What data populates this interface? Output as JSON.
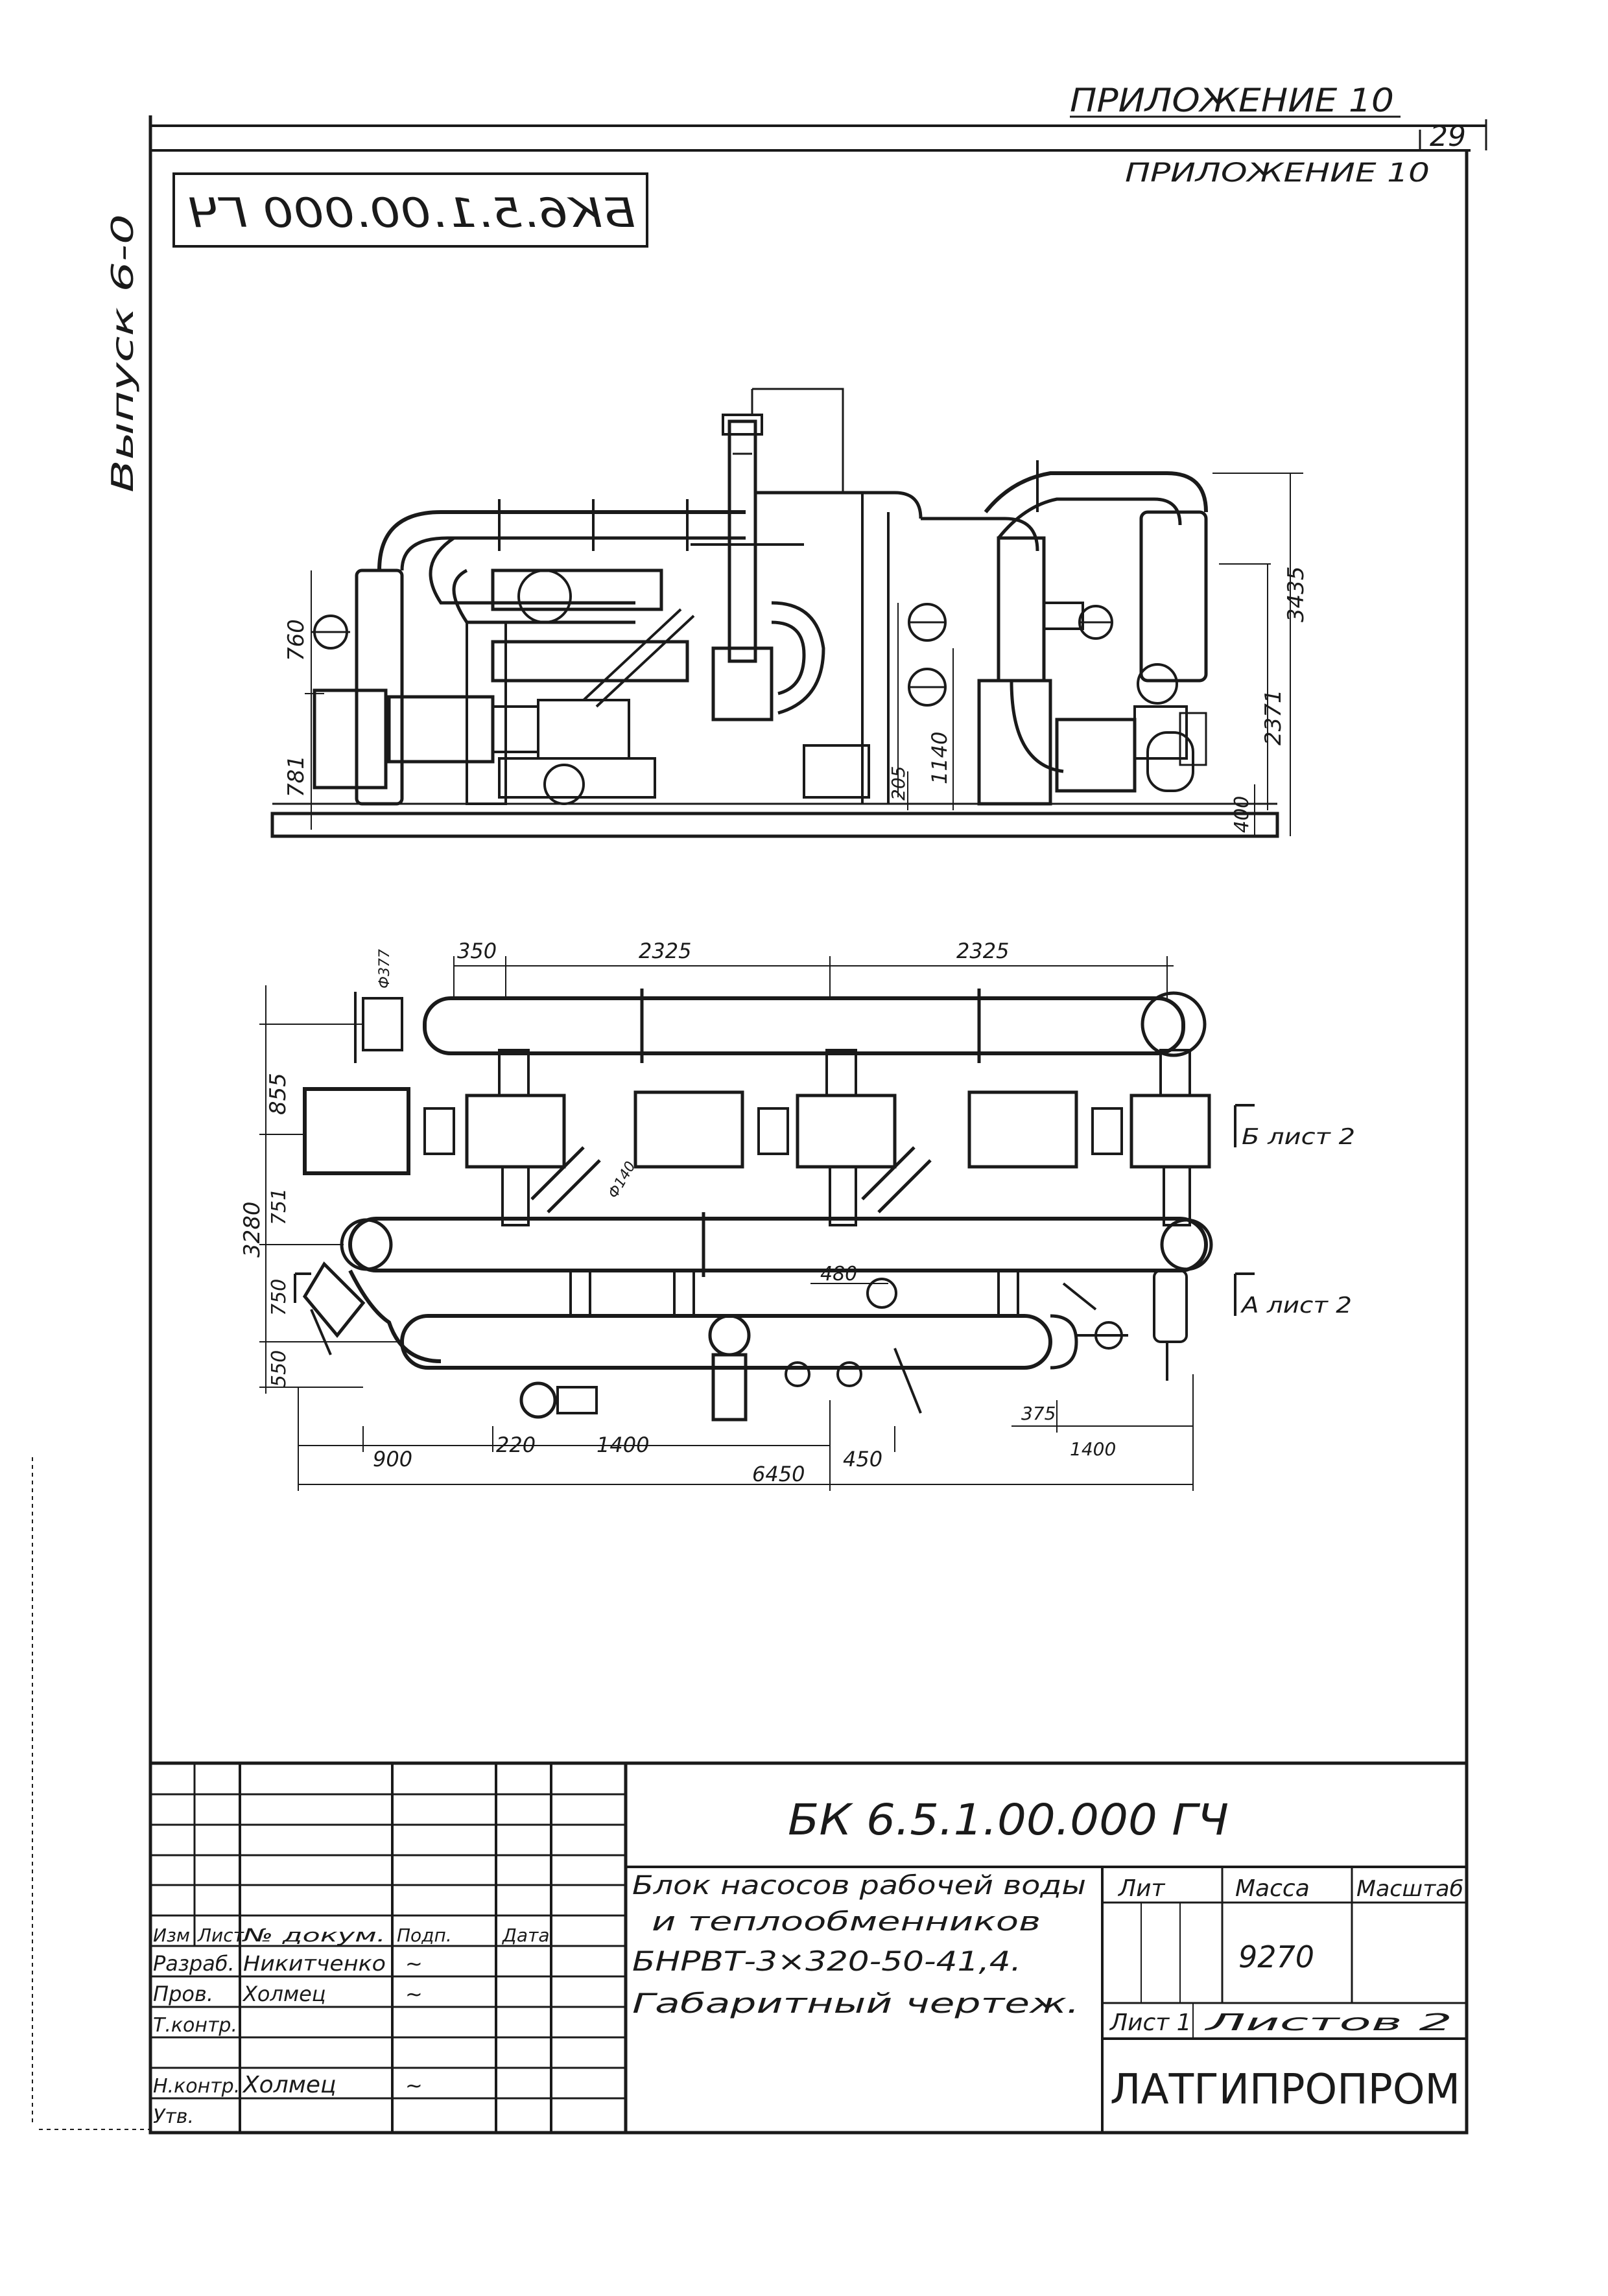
{
  "header": {
    "appendix_top": "ПРИЛОЖЕНИЕ 10",
    "appendix_inner": "ПРИЛОЖЕНИЕ 10",
    "sheet_number": "29",
    "mirrored_code": "БК6.5.1.00.000 ГЧ",
    "margin_note": "Выпуск 6-0"
  },
  "drawing": {
    "front_view_dims": [
      "760",
      "781",
      "3435",
      "2371",
      "400",
      "1140",
      "205"
    ],
    "plan_view_dims": {
      "top": [
        "350",
        "2325",
        "2325",
        "Ф377"
      ],
      "left": [
        "855",
        "3280",
        "751",
        "750",
        "550"
      ],
      "bottom": [
        "900",
        "220",
        "1400",
        "450",
        "6450",
        "375",
        "1400"
      ],
      "inner": [
        "480",
        "Ф140"
      ]
    },
    "section_marks": [
      "Б лист 2",
      "А лист 2"
    ]
  },
  "title_block": {
    "code": "БК 6.5.1.00.000 ГЧ",
    "description_lines": [
      "Блок насосов рабочей воды",
      "и теплообменников",
      "БНРВТ-3×320-50-41,4.",
      "Габаритный чертеж."
    ],
    "col_lit": "Лит",
    "col_mass": "Масса",
    "col_scale": "Масштаб",
    "mass_value": "9270",
    "sheet_label": "Лист 1",
    "sheets_label": "Листов 2",
    "organization": "ЛАТГИПРОПРОМ",
    "rev_headers": [
      "Изм",
      "Лист",
      "№ докум.",
      "Подп.",
      "Дата"
    ],
    "roles": [
      {
        "role": "Разраб.",
        "name": "Никитченко",
        "sign": "~"
      },
      {
        "role": "Пров.",
        "name": "Холмец",
        "sign": "~"
      },
      {
        "role": "Т.контр.",
        "name": "",
        "sign": ""
      },
      {
        "role": "Н.контр.",
        "name": "Холмец",
        "sign": "~"
      },
      {
        "role": "Утв.",
        "name": "",
        "sign": ""
      }
    ]
  }
}
